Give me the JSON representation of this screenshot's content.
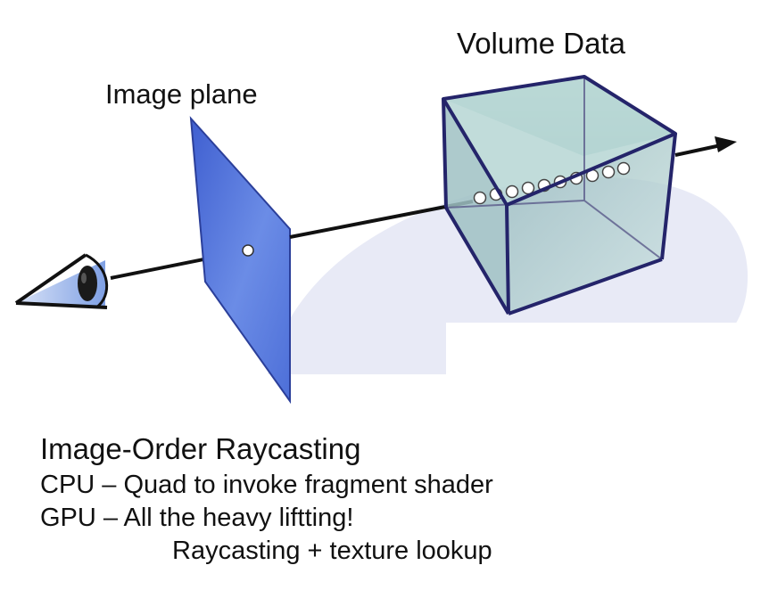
{
  "labels": {
    "volume_data": "Volume Data",
    "image_plane": "Image plane"
  },
  "caption": {
    "title": "Image-Order Raycasting",
    "lines": [
      "CPU – Quad to invoke fragment shader",
      "GPU – All the heavy liftting!",
      "Raycasting + texture lookup"
    ]
  },
  "colors": {
    "plane_fill": "#5577dd",
    "cube_fill": "#bcd8d6",
    "cube_edge": "#24246a",
    "ray": "#111111",
    "ground_ellipse": "#e8eaf6"
  },
  "icons": {
    "viewer": "eye-icon",
    "ray_end": "arrowhead-icon"
  }
}
